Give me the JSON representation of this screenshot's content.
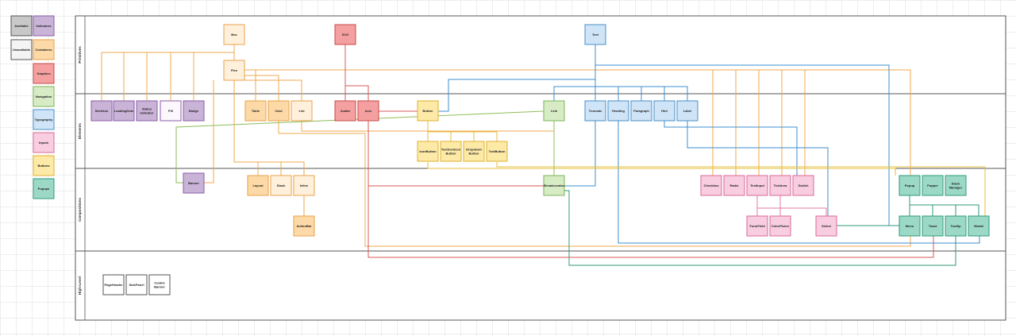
{
  "colors": {
    "available": "#c8c8c8",
    "unavailable": "#f4f4f4",
    "indicators": "#c9b3d6",
    "containers": "#fcd9a6",
    "graphics": "#f4a0a0",
    "navigation": "#d7ecc4",
    "typography": "#cfe4f6",
    "inputs": "#f8cde0",
    "buttons": "#fdeaa7",
    "popups": "#9bd9c6",
    "box": "#fff0dc",
    "border": "#555555"
  },
  "legend": [
    {
      "id": "available",
      "label": "Available",
      "fill": "available",
      "stroke": "#555555"
    },
    {
      "id": "indicators",
      "label": "Indicators",
      "fill": "indicators",
      "stroke": "#8a5ea8"
    },
    {
      "id": "unavailable",
      "label": "Unavailable",
      "fill": "unavailable",
      "stroke": "#555555"
    },
    {
      "id": "containers",
      "label": "Containers",
      "fill": "containers",
      "stroke": "#e8a24a"
    },
    {
      "id": "graphics",
      "label": "Graphics",
      "fill": "graphics",
      "stroke": "#c94848"
    },
    {
      "id": "navigation",
      "label": "Navigation",
      "fill": "navigation",
      "stroke": "#7eb35a"
    },
    {
      "id": "typography",
      "label": "Typography",
      "fill": "typography",
      "stroke": "#4a90c9"
    },
    {
      "id": "inputs",
      "label": "Inputs",
      "fill": "inputs",
      "stroke": "#d96a9a"
    },
    {
      "id": "buttons",
      "label": "Buttons",
      "fill": "buttons",
      "stroke": "#e0b030"
    },
    {
      "id": "popups",
      "label": "Popups",
      "fill": "popups",
      "stroke": "#2f9a7b"
    }
  ],
  "lanes": [
    "Primitives",
    "Elements",
    "Compositions",
    "High-Level"
  ],
  "nodes": [
    {
      "id": "box",
      "label": "Box",
      "type": "box"
    },
    {
      "id": "svg",
      "label": "SVG",
      "type": "graphics"
    },
    {
      "id": "text",
      "label": "Text",
      "type": "typography"
    },
    {
      "id": "flex",
      "label": "Flex",
      "type": "box"
    },
    {
      "id": "skeleton",
      "label": "Skeleton",
      "type": "indicators"
    },
    {
      "id": "loadingdots",
      "label": "LoadingDots",
      "type": "indicators"
    },
    {
      "id": "statusindicator",
      "label": "Status Indicator",
      "type": "indicators"
    },
    {
      "id": "pill",
      "label": "Pill",
      "type": "unavailable_ind"
    },
    {
      "id": "badge",
      "label": "Badge",
      "type": "indicators"
    },
    {
      "id": "table",
      "label": "Table",
      "type": "containers"
    },
    {
      "id": "card",
      "label": "Card",
      "type": "containers"
    },
    {
      "id": "list",
      "label": "List",
      "type": "box"
    },
    {
      "id": "avatar",
      "label": "Avatar",
      "type": "graphics"
    },
    {
      "id": "icon",
      "label": "Icon",
      "type": "graphics"
    },
    {
      "id": "button",
      "label": "Button",
      "type": "buttons"
    },
    {
      "id": "link",
      "label": "Link",
      "type": "navigation"
    },
    {
      "id": "truncate",
      "label": "Truncate",
      "type": "typography"
    },
    {
      "id": "heading",
      "label": "Heading",
      "type": "typography"
    },
    {
      "id": "paragraph",
      "label": "Paragraph",
      "type": "typography"
    },
    {
      "id": "hint",
      "label": "Hint",
      "type": "typography"
    },
    {
      "id": "label",
      "label": "Label",
      "type": "typography"
    },
    {
      "id": "iconbutton",
      "label": "IconButton",
      "type": "buttons"
    },
    {
      "id": "texticonbutton",
      "label": "TextIconIcon Button",
      "type": "buttons"
    },
    {
      "id": "dropdownbutton",
      "label": "Dropdown Button",
      "type": "buttons"
    },
    {
      "id": "textbutton",
      "label": "TextButton",
      "type": "buttons"
    },
    {
      "id": "banner",
      "label": "Banner",
      "type": "indicators"
    },
    {
      "id": "layout",
      "label": "Layout",
      "type": "containers"
    },
    {
      "id": "stack",
      "label": "Stack",
      "type": "box"
    },
    {
      "id": "inline",
      "label": "Inline",
      "type": "box"
    },
    {
      "id": "actionbar",
      "label": "ActionBar",
      "type": "containers"
    },
    {
      "id": "breadcrumbs",
      "label": "Breadcrumbs",
      "type": "navigation"
    },
    {
      "id": "checkbox",
      "label": "Checkbox",
      "type": "inputs"
    },
    {
      "id": "radio",
      "label": "Radio",
      "type": "inputs"
    },
    {
      "id": "textinput",
      "label": "TextInput",
      "type": "inputs"
    },
    {
      "id": "textarea",
      "label": "TextArea",
      "type": "inputs"
    },
    {
      "id": "switch",
      "label": "Switch",
      "type": "inputs"
    },
    {
      "id": "formfield",
      "label": "FormField",
      "type": "inputs"
    },
    {
      "id": "colorpicker",
      "label": "ColorPicker",
      "type": "inputs"
    },
    {
      "id": "select",
      "label": "Select",
      "type": "inputs"
    },
    {
      "id": "popup",
      "label": "Popup",
      "type": "popups"
    },
    {
      "id": "popper",
      "label": "Popper",
      "type": "popups"
    },
    {
      "id": "stackmanager",
      "label": "Stack Manager",
      "type": "popups"
    },
    {
      "id": "menu",
      "label": "Menu",
      "type": "popups"
    },
    {
      "id": "toast",
      "label": "Toast",
      "type": "popups"
    },
    {
      "id": "tooltip",
      "label": "Tooltip",
      "type": "popups"
    },
    {
      "id": "modal",
      "label": "Modal",
      "type": "popups"
    },
    {
      "id": "pagetemplate",
      "label": "PageHeader",
      "type": "unavailable"
    },
    {
      "id": "sidepanel",
      "label": "SidePanel",
      "type": "unavailable"
    },
    {
      "id": "cookiebanner",
      "label": "Cookie Banner",
      "type": "unavailable"
    }
  ]
}
